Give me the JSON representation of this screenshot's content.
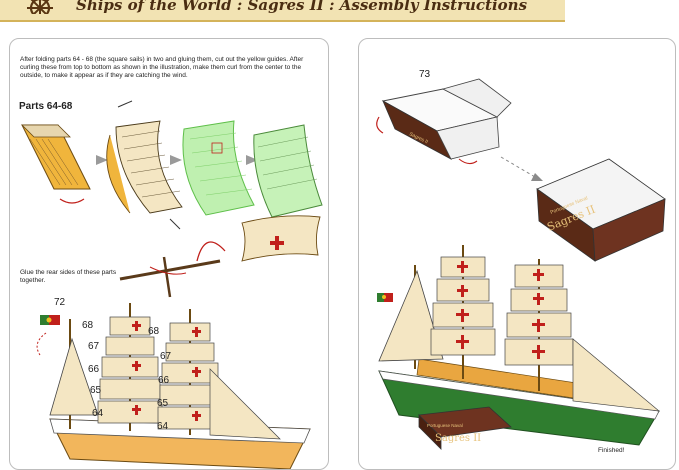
{
  "header": {
    "title": "Ships of the World : Sagres II : Assembly Instructions"
  },
  "left_panel": {
    "instructions": "After folding parts 64 - 68 (the square sails) in two and gluing them, cut out the yellow guides. After curling these from top to bottom as shown in the illustration, make them curl from the center to the outside, to make it appear as if they are catching the wind.",
    "parts_label": "Parts 64-68",
    "glue_text": "Glue the rear sides of these parts together.",
    "step_72": "72",
    "sail_numbers_front": [
      "68",
      "67",
      "66",
      "65",
      "64"
    ],
    "sail_numbers_back": [
      "68",
      "67",
      "66",
      "65",
      "64"
    ]
  },
  "right_panel": {
    "step_73": "73",
    "stand_text_small": "Portuguese Naval",
    "stand_text_large": "Sagres II",
    "finished_text": "Finished!"
  },
  "colors": {
    "header_bg": "#f2e3b3",
    "sail": "#f4e6c3",
    "hull_green": "#2f7d2f",
    "stand_brown": "#5a2a16",
    "cross_red": "#c0201b",
    "guide_green": "#9fe08a"
  }
}
